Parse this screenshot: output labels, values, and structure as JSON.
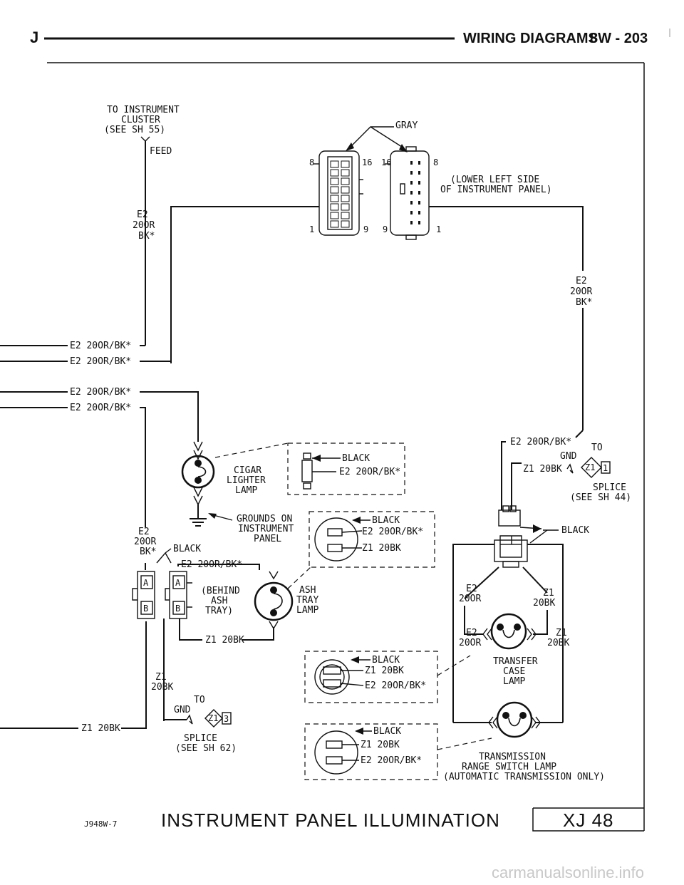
{
  "header": {
    "brand": "J",
    "title": "WIRING DIAGRAMS",
    "page": "8W - 203"
  },
  "feed_source": {
    "line1": "TO INSTRUMENT",
    "line2": "CLUSTER",
    "line3": "(SEE SH 55)",
    "feed": "FEED"
  },
  "connector": {
    "label": "GRAY",
    "location_line1": "(LOWER LEFT SIDE",
    "location_line2": "OF INSTRUMENT PANEL)",
    "pin_8": "8",
    "pin_16": "16",
    "pin_1": "1",
    "pin_9": "9"
  },
  "circuits": {
    "e2": "E2",
    "e2_gauge": "20OR",
    "e2_color": "BK*",
    "e2_full": "E2 20OR/BK*",
    "z1": "Z1",
    "z1_gauge": "20BK",
    "z1_full": "Z1 20BK",
    "black": "BLACK"
  },
  "cigar_lighter": {
    "line1": "CIGAR",
    "line2": "LIGHTER",
    "line3": "LAMP",
    "grounds_line1": "GROUNDS ON",
    "grounds_line2": "INSTRUMENT",
    "grounds_line3": "PANEL"
  },
  "ash_tray": {
    "behind_line1": "(BEHIND",
    "behind_line2": "ASH",
    "behind_line3": "TRAY)",
    "lamp_line1": "ASH",
    "lamp_line2": "TRAY",
    "lamp_line3": "LAMP"
  },
  "connector_pins": {
    "a": "A",
    "b": "B"
  },
  "splice_left": {
    "to": "TO",
    "gnd": "GND",
    "id": "Z1",
    "num": "3",
    "splice": "SPLICE",
    "see": "(SEE SH 62)"
  },
  "splice_right": {
    "to": "TO",
    "gnd": "GND",
    "id": "Z1",
    "num": "1",
    "splice": "SPLICE",
    "see": "(SEE SH 44)"
  },
  "transfer_case": {
    "line1": "TRANSFER",
    "line2": "CASE",
    "line3": "LAMP"
  },
  "transmission": {
    "line1": "TRANSMISSION",
    "line2": "RANGE SWITCH LAMP",
    "line3": "(AUTOMATIC TRANSMISSION ONLY)"
  },
  "footer": {
    "code": "J948W-7",
    "title": "INSTRUMENT PANEL ILLUMINATION",
    "box": "XJ 48"
  },
  "watermark": "carmanualsonline.info"
}
